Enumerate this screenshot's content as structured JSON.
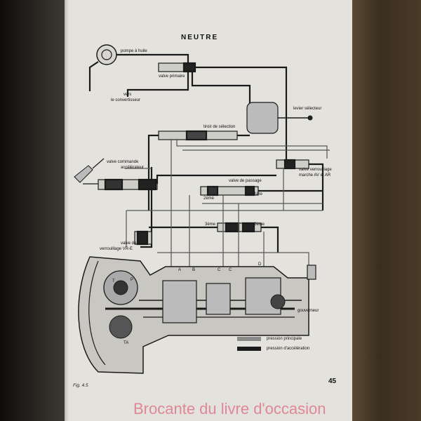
{
  "title": "NEUTRE",
  "figure": "Fig. 4.5",
  "page_number": "45",
  "watermark": "Brocante du livre d'occasion",
  "labels": {
    "pompe": "pompe à huile",
    "valve_primaire": "valve primaire",
    "vers1": "vers",
    "vers2": "le convertisseur",
    "levier1": "levier sélecteur",
    "tiroir": "tiroir de sélection",
    "commande1": "valve commande",
    "commande2": "accélérateur",
    "verrouillage1": "valve verrouillage",
    "verrouillage2": "marche AV et AR",
    "passage": "valve de passage",
    "deuxieme_a": "2ème",
    "premiere": "1ère",
    "troisieme": "3ème",
    "deuxieme_b": "2ème",
    "vde1": "valve de",
    "vde2": "verrouillage VR-E",
    "gouverneur": "gouverneur",
    "a": "A",
    "b": "B",
    "c": "C",
    "c2": "C",
    "d": "D",
    "t": "T",
    "p": "P",
    "ta": "TA"
  },
  "legend": [
    {
      "label": "pression principale",
      "color": "#8a8a8a"
    },
    {
      "label": "pression d'accélération",
      "color": "#1a1a1a"
    }
  ]
}
